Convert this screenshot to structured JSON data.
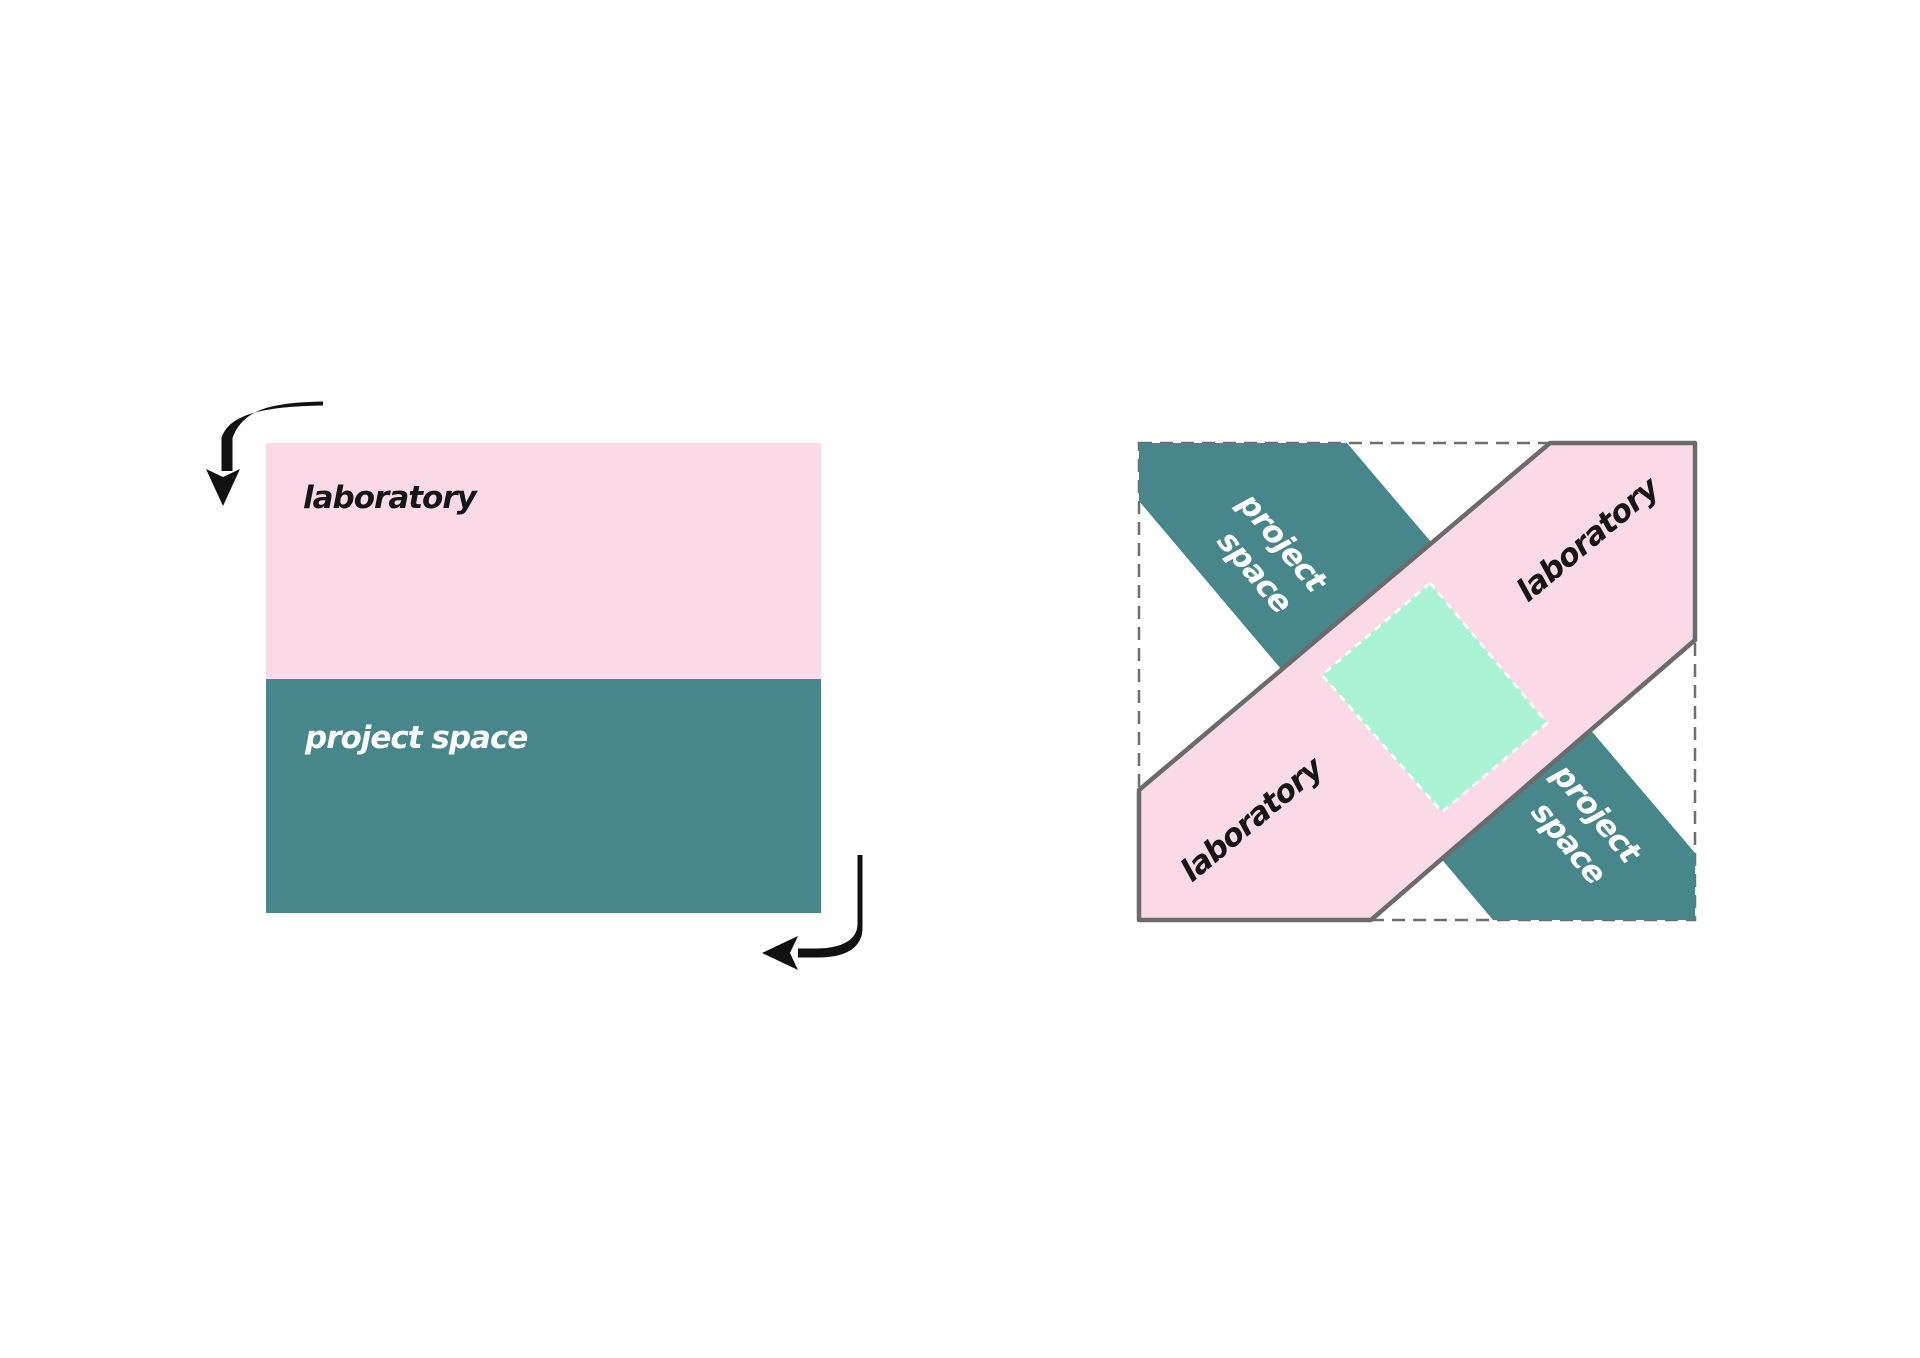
{
  "page": {
    "background": "#FFFFFF"
  },
  "colors": {
    "laboratory_pink": "#FADAE7",
    "project_space_teal": "#47868B",
    "overlap_mint": "#AAF3D5",
    "band_outline_gray": "#6B6B6B",
    "boundary_dash_gray": "#6E6E6E",
    "arrow_black": "#111111",
    "label_black": "#161616",
    "label_white": "#FFFFFF"
  },
  "left_diagram": {
    "laboratory_label": "laboratory",
    "project_space_label": "project space"
  },
  "right_diagram": {
    "laboratory_band": {
      "label_bottom_left": "laboratory",
      "label_top_right": "laboratory"
    },
    "project_space_band": {
      "label_top_left": {
        "line1": "project",
        "line2": "space"
      },
      "label_bottom_right": {
        "line1": "project",
        "line2": "space"
      }
    }
  }
}
